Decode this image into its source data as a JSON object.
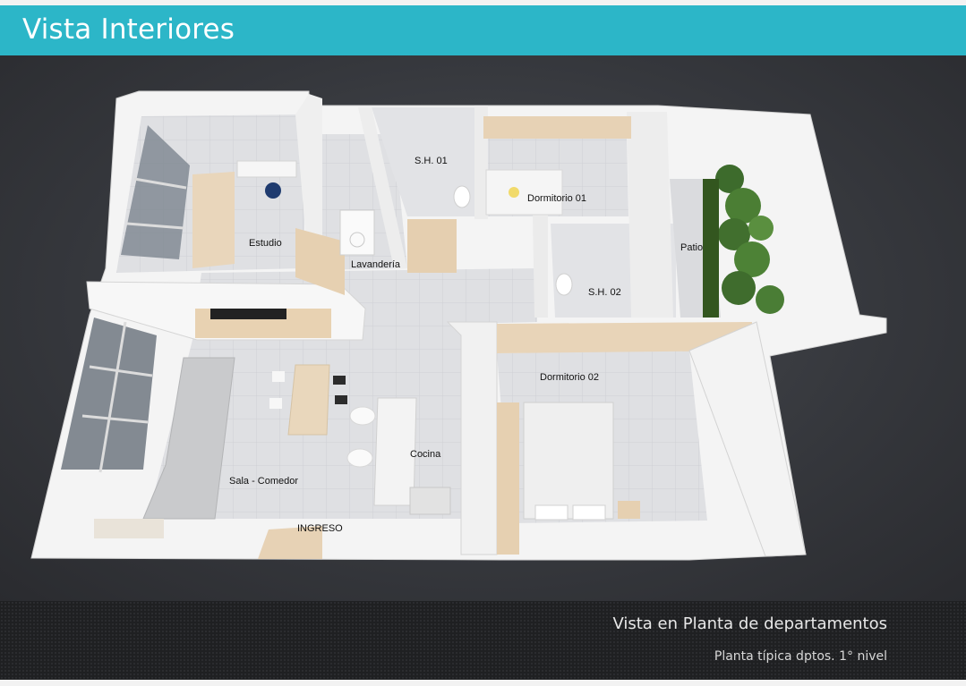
{
  "header": {
    "title": "Vista Interiores"
  },
  "rooms": {
    "sh01": "S.H. 01",
    "dormitorio01": "Dormitorio 01",
    "estudio": "Estudio",
    "lavanderia": "Lavandería",
    "patio": "Patio",
    "sh02": "S.H. 02",
    "dormitorio02": "Dormitorio 02",
    "cocina": "Cocina",
    "sala_comedor": "Sala - Comedor",
    "ingreso": "INGRESO"
  },
  "footer": {
    "title": "Vista en Planta de departamentos",
    "subtitle": "Planta típica dptos. 1° nivel"
  },
  "colors": {
    "accent": "#2cb6c8",
    "background": "#3a3c41",
    "wall": "#f4f4f4",
    "floor": "#dcdde0",
    "wood": "#e7d2b5"
  }
}
